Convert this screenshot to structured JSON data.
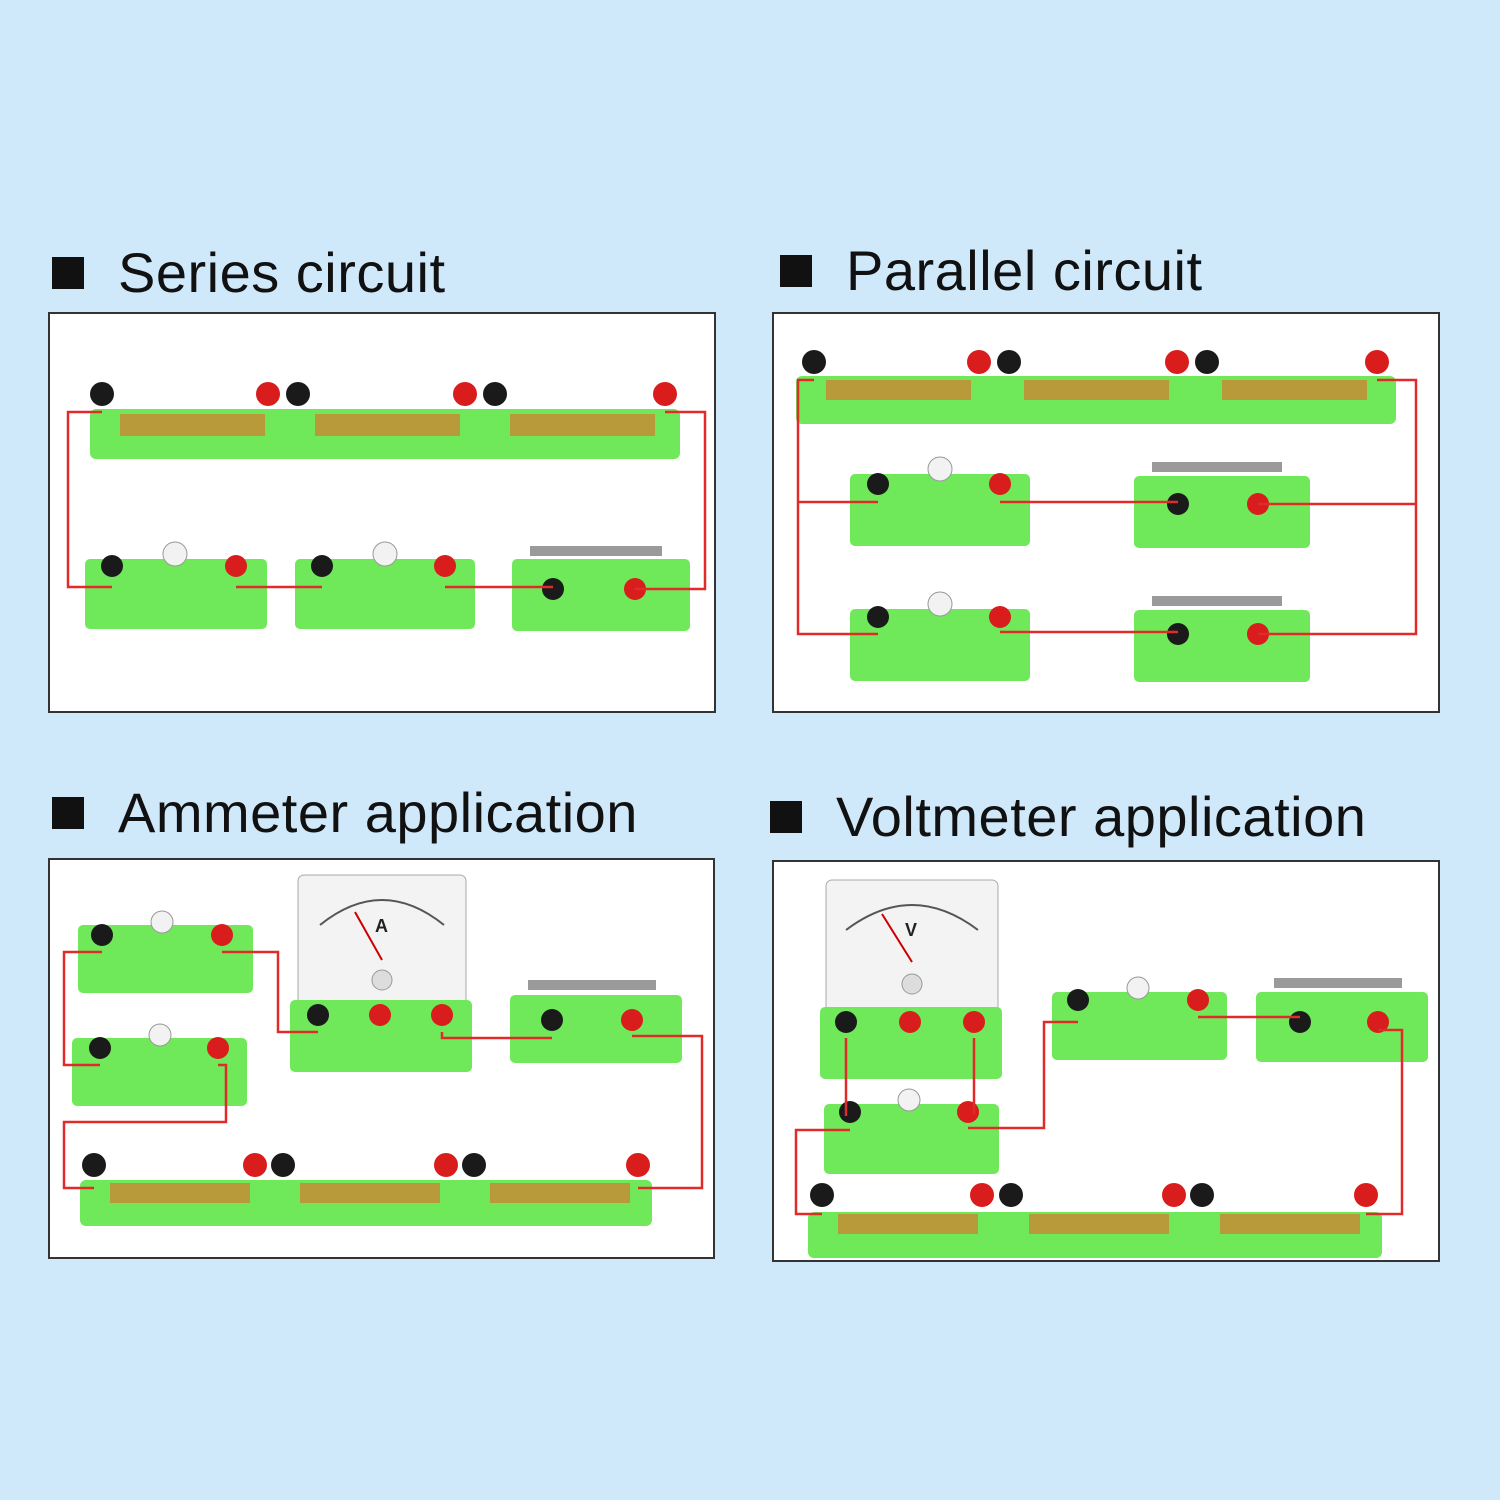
{
  "sections": [
    {
      "title": "Series circuit",
      "meter_letter": ""
    },
    {
      "title": "Parallel circuit",
      "meter_letter": ""
    },
    {
      "title": "Ammeter application",
      "meter_letter": "A"
    },
    {
      "title": "Voltmeter application",
      "meter_letter": "V"
    }
  ],
  "colors": {
    "background": "#cfe9fb",
    "board": "#6fe85a",
    "wire": "#e12a2a",
    "terminal_red": "#d91c1c",
    "terminal_black": "#1a1a1a",
    "battery": "#b89a3a"
  }
}
